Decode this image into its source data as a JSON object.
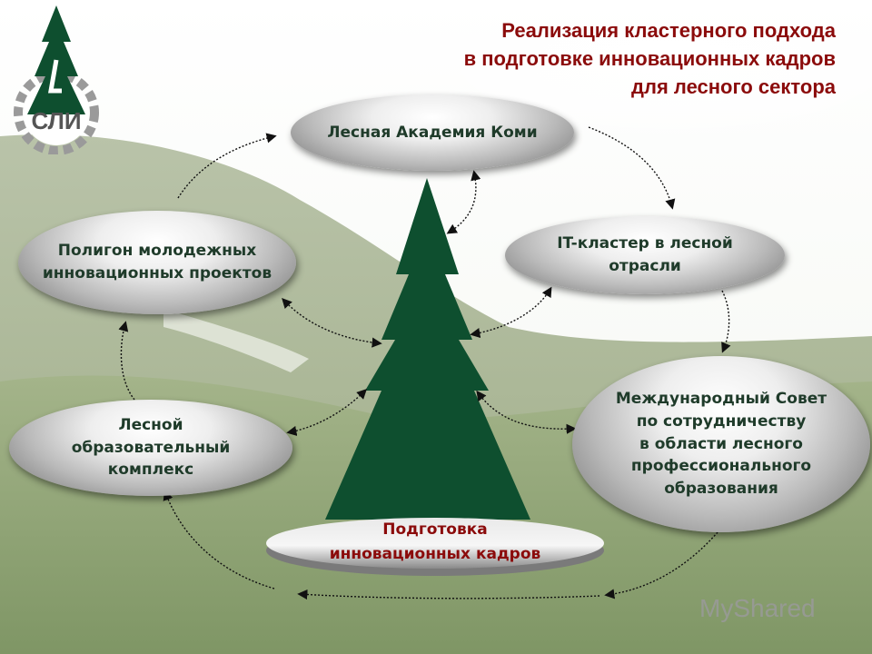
{
  "title": "Реализация кластерного подхода\nв подготовке инновационных кадров\nдля лесного сектора",
  "logo": {
    "text": "СЛИ"
  },
  "nodes": {
    "academy": "Лесная Академия Коми",
    "it_cluster": "IT-кластер в лесной\nотрасли",
    "council": "Международный Совет\nпо сотрудничеству\nв области лесного\nпрофессионального\nобразования",
    "complex": "Лесной\nобразовательный\nкомплекс",
    "polygon": "Полигон молодежных\nинновационных проектов"
  },
  "base": "Подготовка\nинновационных кадров",
  "watermark": "MyShared",
  "colors": {
    "title": "#8b0b0b",
    "tree": "#0e4f2f",
    "node_text": "#1f3b2a"
  }
}
